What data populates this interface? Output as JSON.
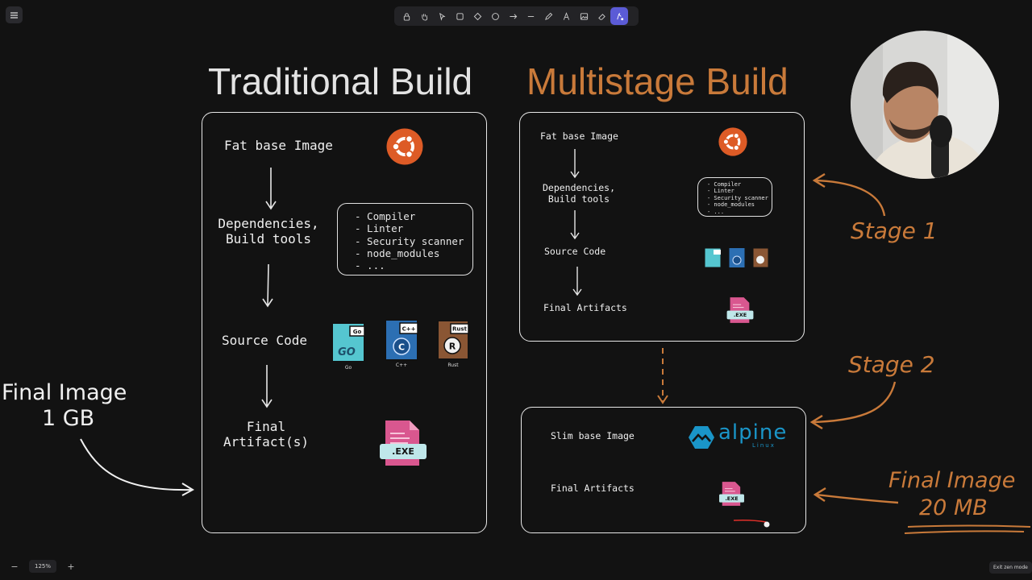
{
  "toolbar": {
    "menu_icon": "hamburger-icon",
    "tools": [
      "lock-icon",
      "hand-icon",
      "pointer-icon",
      "rectangle-icon",
      "diamond-icon",
      "ellipse-icon",
      "arrow-icon",
      "line-icon",
      "pencil-icon",
      "text-icon",
      "image-icon",
      "eraser-icon",
      "laser-icon"
    ],
    "active_tool": "laser-icon",
    "accent": "#5b5bd6"
  },
  "zoom": {
    "minus": "−",
    "level": "125%",
    "plus": "+"
  },
  "exit_zen": "Exit zen mode",
  "colors": {
    "orange": "#c97a3a",
    "background": "#121212",
    "stroke": "#e8e8e8"
  },
  "traditional": {
    "title": "Traditional Build",
    "fat_base": "Fat base Image",
    "deps_line1": "Dependencies,",
    "deps_line2": "Build tools",
    "list": [
      "- Compiler",
      "- Linter",
      "- Security scanner",
      "- node_modules",
      "- ..."
    ],
    "source": "Source Code",
    "final_line1": "Final",
    "final_line2": "Artifact(s)",
    "go_label": "Go",
    "cpp_label": "C++",
    "rust_label": "Rust",
    "exe_label": ".EXE",
    "image_label_line1": "Final Image",
    "image_label_line2": "1 GB"
  },
  "multistage": {
    "title": "Multistage Build",
    "stage1": {
      "fat_base": "Fat base Image",
      "deps_line1": "Dependencies,",
      "deps_line2": "Build tools",
      "list": [
        "- Compiler",
        "- Linter",
        "- Security scanner",
        "- node_modules",
        "- ..."
      ],
      "source": "Source Code",
      "final": "Final Artifacts",
      "exe_label": ".EXE"
    },
    "stage2": {
      "slim_base": "Slim base Image",
      "final": "Final Artifacts",
      "exe_label": ".EXE",
      "alpine_word": "alpine",
      "alpine_sub": "Linux"
    },
    "stage1_label": "Stage 1",
    "stage2_label": "Stage 2",
    "image_label_line1": "Final Image",
    "image_label_line2": "20 MB"
  }
}
